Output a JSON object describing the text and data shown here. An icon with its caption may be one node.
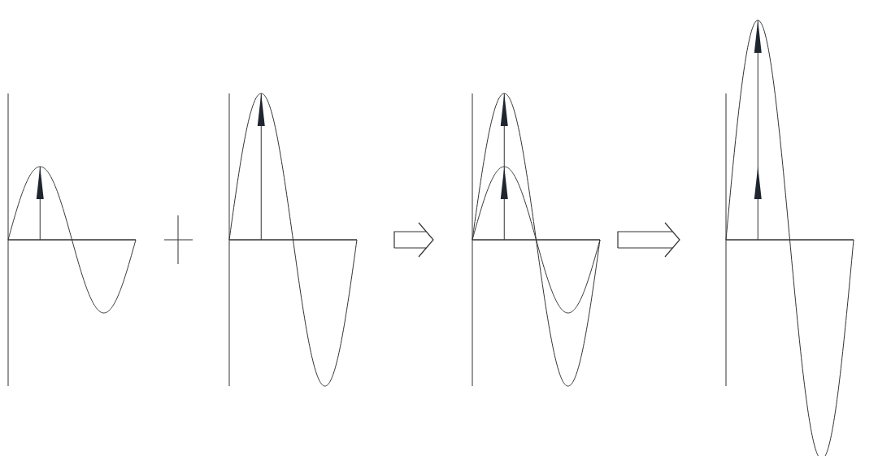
{
  "diagram": {
    "nodes": [
      {
        "text": [],
        "shape": "picture"
      },
      {
        "text": [],
        "shape": "picture"
      },
      {
        "text": [],
        "shape": "picture"
      },
      {
        "text": [],
        "shape": "picture"
      }
    ],
    "edges": [
      {
        "from": 1,
        "to": 2,
        "arrow": "to"
      },
      {
        "from": 2,
        "to": 3,
        "arrow": "to"
      }
    ]
  }
}
